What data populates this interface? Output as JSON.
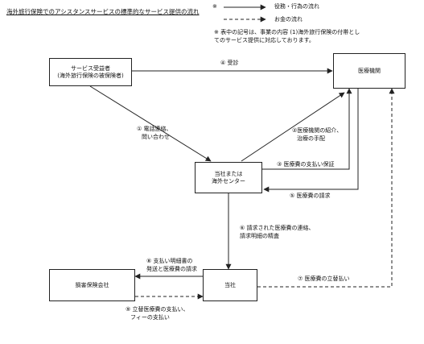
{
  "title": "海外旅行保険でのアシスタンスサービスの標準的なサービス提供の流れ",
  "legend": {
    "marker": "※",
    "solid_label": "役務・行為の流れ",
    "dashed_label": "お金の流れ",
    "note_line1": "※ 表中の記号は、事業の内容 (1)海外旅行保険の付帯とし",
    "note_line2": "てのサービス提供に対応しております。"
  },
  "nodes": {
    "customer_line1": "サービス受益者",
    "customer_line2": "(海外旅行保険の被保険者)",
    "hospital": "医療機関",
    "center_line1": "当社または",
    "center_line2": "海外センター",
    "company": "当社",
    "insurer": "損害保険会社"
  },
  "flows": {
    "f4": "④ 受診",
    "f1_line1": "① 電話連絡、",
    "f1_line2": "問い合わせ",
    "f2_line1": "②医療機関の紹介、",
    "f2_line2": "治療の手配",
    "f3": "③ 医療費の支払い保証",
    "f5": "⑤ 医療費の請求",
    "f6_line1": "⑥ 請求された医療費の連絡、",
    "f6_line2": "請求明細の精査",
    "f8_line1": "⑧ 支払い明細書の",
    "f8_line2": "発送と医療費の請求",
    "f7": "⑦ 医療費の立替払い",
    "f9_line1": "⑨ 立替医療費の支払い、",
    "f9_line2": "フィーの支払い"
  }
}
